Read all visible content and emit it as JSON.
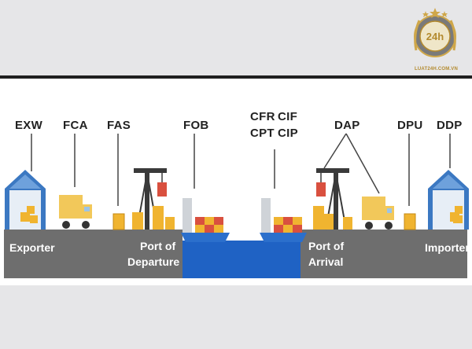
{
  "terms": {
    "exw": "EXW",
    "fca": "FCA",
    "fas": "FAS",
    "fob": "FOB",
    "cfr": "CFR",
    "cif": "CIF",
    "cpt": "CPT",
    "cip": "CIP",
    "dap": "DAP",
    "dpu": "DPU",
    "ddp": "DDP"
  },
  "places": {
    "exporter": "Exporter",
    "port_departure_1": "Port of",
    "port_departure_2": "Departure",
    "port_arrival_1": "Port of",
    "port_arrival_2": "Arrival",
    "importer": "Importer"
  },
  "logo": {
    "mark": "24h",
    "site": "LUAT24H.COM.VN"
  },
  "colors": {
    "ground": "#6e6e6e",
    "sea": "#1f62c4",
    "building": "#3b78c2",
    "box": "#f0b430",
    "truck": "#f2c85a",
    "crane": "#3a3a3a",
    "container_red": "#d9503f"
  }
}
